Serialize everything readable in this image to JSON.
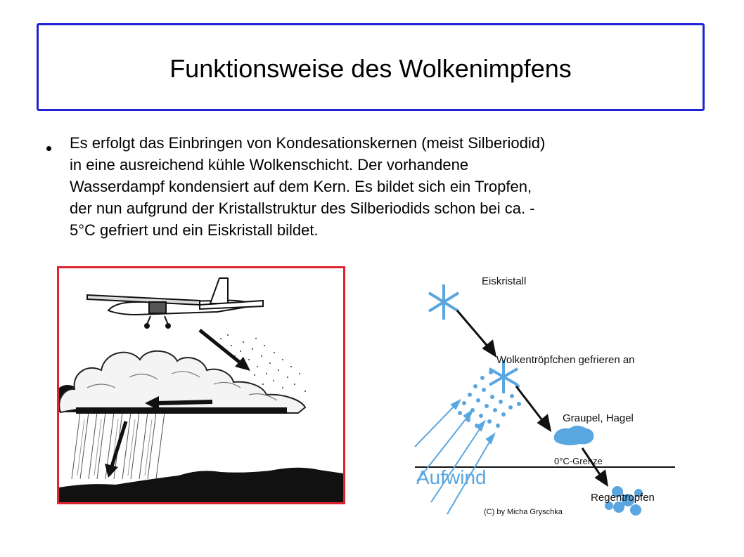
{
  "slide": {
    "title": "Funktionsweise des Wolkenimpfens",
    "bullet": "Es erfolgt das Einbringen von Kondesationskernen (meist Silberiodid)\nin eine ausreichend kühle Wolkenschicht. Der vorhandene\nWasserdampf kondensiert auf dem Kern. Es bildet sich ein Tropfen,\nder nun aufgrund der Kristallstruktur des Silberiodids schon bei ca. -\n5°C gefriert und ein Eiskristall bildet."
  },
  "diagram_right": {
    "labels": {
      "eiskristall": "Eiskristall",
      "wolkentroepfchen": "Wolkentröpfchen gefrieren an",
      "graupel": "Graupel, Hagel",
      "grenze": "0°C-Grenze",
      "aufwind": "Aufwind",
      "regentropfen": "Regentropfen",
      "copyright": "(C) by Micha Gryschka"
    }
  },
  "colors": {
    "title_border": "#1f22d6",
    "panel_border": "#e0242f",
    "ice_blue": "#5aa6e0",
    "arrow_black": "#000000"
  }
}
